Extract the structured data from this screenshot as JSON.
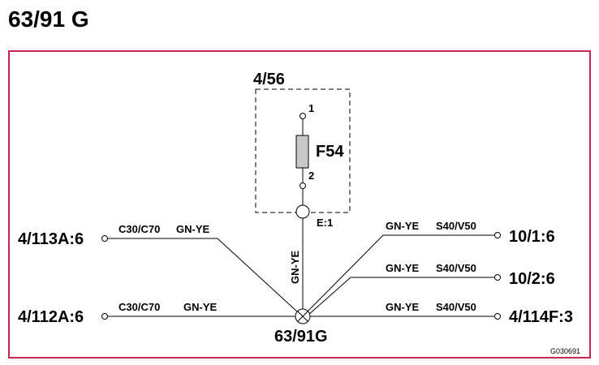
{
  "title": "63/91 G",
  "box_label": "4/56",
  "fuse": {
    "label": "F54",
    "pin_top": "1",
    "pin_bottom": "2"
  },
  "connector_label": "E:1",
  "vertical_wire": "GN-YE",
  "ground_label": "63/91G",
  "left": [
    {
      "endpoint": "4/113A:6",
      "code": "C30/C70",
      "color": "GN-YE"
    },
    {
      "endpoint": "4/112A:6",
      "code": "C30/C70",
      "color": "GN-YE"
    }
  ],
  "right": [
    {
      "endpoint": "10/1:6",
      "color": "GN-YE",
      "code": "S40/V50"
    },
    {
      "endpoint": "10/2:6",
      "color": "GN-YE",
      "code": "S40/V50"
    },
    {
      "endpoint": "4/114F:3",
      "color": "GN-YE",
      "code": "S40/V50"
    }
  ],
  "figure_id": "G030691",
  "colors": {
    "frame": "#c8254b",
    "fuse_fill": "#c8c8c8"
  }
}
